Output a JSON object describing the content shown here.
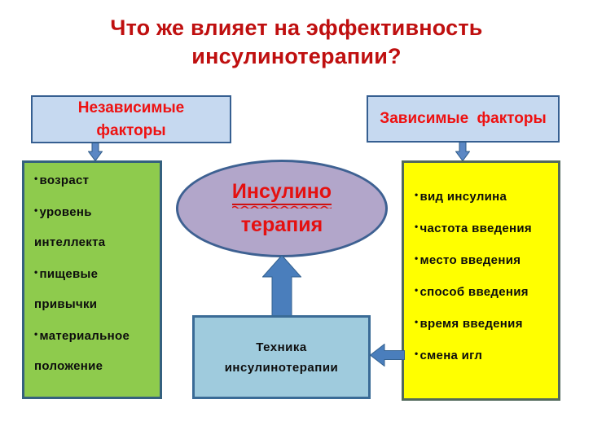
{
  "title": {
    "lines": [
      "Что же влияет на эффективность",
      "инсулинотерапии?"
    ]
  },
  "independent_factors_header": {
    "lines": [
      "Независимые",
      "факторы"
    ]
  },
  "dependent_factors_header": {
    "label": "Зависимые факторы"
  },
  "independent_factors_list": {
    "items": [
      [
        "возраст"
      ],
      [
        "уровень",
        "интеллекта"
      ],
      [
        "пищевые",
        "привычки"
      ],
      [
        "материальное",
        "положение"
      ]
    ]
  },
  "insulin_therapy_ellipse": {
    "lines": [
      "Инсулино",
      "терапия"
    ]
  },
  "technique_box": {
    "lines": [
      "Техника",
      "инсулинотерапии"
    ]
  },
  "dependent_factors_list": {
    "items": [
      [
        "вид инсулина"
      ],
      [
        "частота введения"
      ],
      [
        "место введения"
      ],
      [
        "способ введения"
      ],
      [
        "время введения"
      ],
      [
        "смена игл"
      ]
    ]
  },
  "icons": {
    "down_arrow_left": "thick-down-arrow",
    "down_arrow_right": "thick-down-arrow",
    "up_arrow": "thick-up-arrow",
    "left_arrow": "thick-left-arrow",
    "bullet": "•",
    "spellcheck_wave": "red-wavy-underline"
  },
  "colors": {
    "title_red": "#bf0f0f",
    "header_red": "#ee1111",
    "ellipse_text_red": "#e51010",
    "header_box_fill": "#c6d9f0",
    "header_box_border": "#365f91",
    "green_fill": "#8ecb4d",
    "green_border": "#35617f",
    "yellow_fill": "#ffff00",
    "yellow_border": "#52695c",
    "ellipse_fill": "#b2a6ca",
    "ellipse_border": "#3e6192",
    "technique_fill": "#9fcbdd",
    "technique_border": "#3a6b96",
    "arrow_blue": "#4a7ebc",
    "text_black": "#0d0d0d",
    "background": "#ffffff"
  }
}
